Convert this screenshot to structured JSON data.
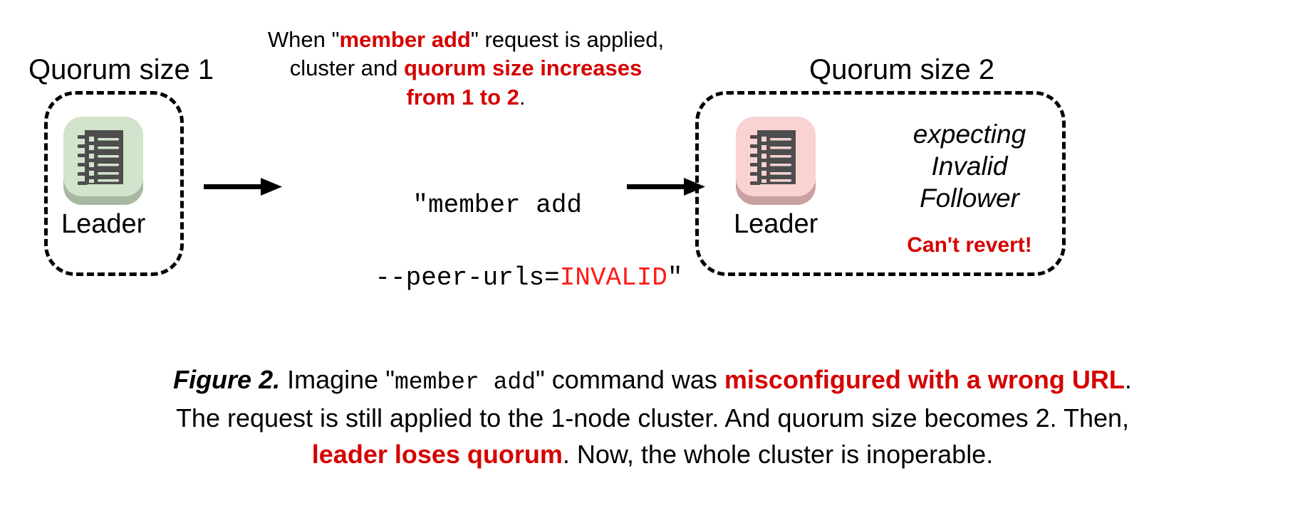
{
  "figure": {
    "left_cluster": {
      "heading": "Quorum size 1",
      "node_label": "Leader",
      "icon": "ledger-notebook-icon",
      "icon_tile_color": "#d3e4cd",
      "icon_shadow_color": "#a8b8a2",
      "icon_glyph_color": "#4d4d4d"
    },
    "right_cluster": {
      "heading": "Quorum size 2",
      "node_label": "Leader",
      "icon": "ledger-notebook-icon",
      "icon_tile_color": "#f9d2d2",
      "icon_shadow_color": "#c9a1a1",
      "icon_glyph_color": "#4d4d4d",
      "follower_note_line1": "expecting",
      "follower_note_line2": "Invalid",
      "follower_note_line3": "Follower",
      "warning": "Can't revert!"
    },
    "top_note": {
      "seg1": "When \"",
      "seg2_highlight": "member add",
      "seg3": "\" request is applied,",
      "seg4": "cluster and ",
      "seg5_highlight": "quorum size increases",
      "seg6_highlight": "from 1 to 2",
      "seg7": "."
    },
    "command": {
      "line1": "\"member add",
      "line2_prefix": "--peer-urls=",
      "line2_invalid": "INVALID",
      "line2_suffix": "\""
    },
    "arrows": {
      "left": "right-arrow-icon",
      "right": "right-arrow-icon"
    },
    "caption": {
      "label": "Figure 2.",
      "t1": " Imagine \"",
      "mono1": "member add",
      "t2": "\" command was ",
      "hl1": "misconfigured with a wrong URL",
      "t3": ".",
      "line2": "The request is still applied to the 1-node cluster. And quorum size becomes 2. Then,",
      "hl2": "leader loses quorum",
      "t4": ". Now, the whole cluster is inoperable."
    }
  },
  "colors": {
    "accent_red": "#d50000",
    "invalid_red": "#ff1a1a",
    "ink": "#000000",
    "background": "#ffffff"
  }
}
